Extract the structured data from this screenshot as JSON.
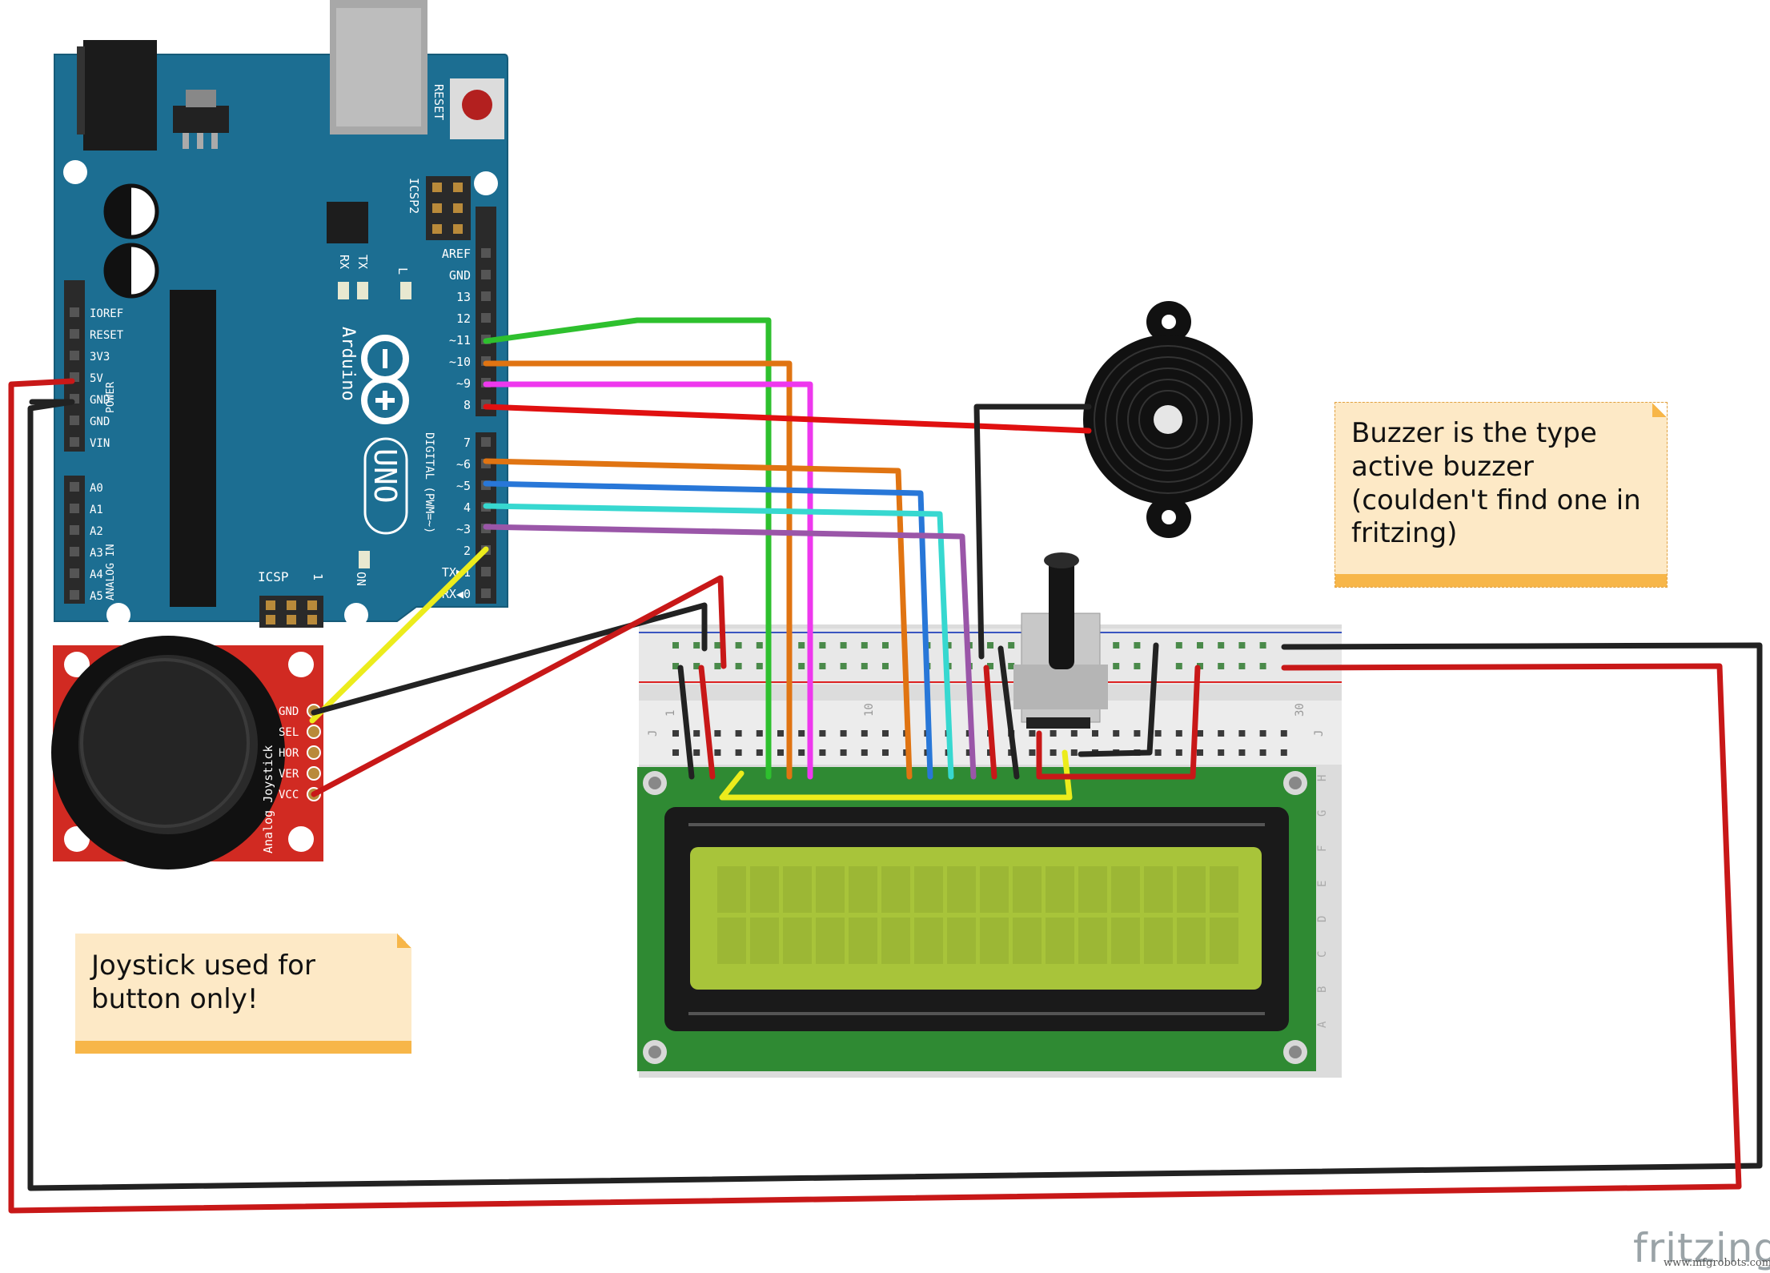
{
  "arduino": {
    "board_name": "UNO",
    "brand": "Arduino",
    "reset_label": "RESET",
    "icsp2_label": "ICSP2",
    "icsp_label": "ICSP",
    "tx_label": "TX",
    "rx_label": "RX",
    "l_label": "L",
    "on_label": "ON",
    "digital_label": "DIGITAL (PWM=~)",
    "power_label": "POWER",
    "analog_label": "ANALOG IN",
    "icsp_pin1": "1",
    "header_top_pins": [
      "AREF",
      "GND",
      "13",
      "12",
      "~11",
      "~10",
      "~9",
      "8"
    ],
    "header_bottom_pins": [
      "7",
      "~6",
      "~5",
      "4",
      "~3",
      "2",
      "TX▶1",
      "RX◀0"
    ],
    "power_pins": [
      "IOREF",
      "RESET",
      "3V3",
      "5V",
      "GND",
      "GND",
      "VIN"
    ],
    "analog_pins": [
      "A0",
      "A1",
      "A2",
      "A3",
      "A4",
      "A5"
    ]
  },
  "joystick": {
    "pins": [
      "GND",
      "SEL",
      "HOR",
      "VER",
      "VCC"
    ],
    "label": "Analog Joystick"
  },
  "breadboard": {
    "col_labels": [
      "1",
      "10",
      "30"
    ],
    "row_labels_top": [
      "J"
    ],
    "row_labels_side": [
      "H",
      "G",
      "F",
      "E",
      "D",
      "C",
      "B",
      "A"
    ]
  },
  "notes": {
    "buzzer_note": "Buzzer is the type\nactive buzzer\n(coulden't find one in\nfritzing)",
    "joystick_note": "Joystick used for\nbutton only!"
  },
  "footer": {
    "brand": "fritzing",
    "watermark": "www.mfgrobots.com"
  },
  "colors": {
    "arduino_blue": "#1c6e92",
    "joystick_red": "#d12a22",
    "lcd_green": "#2f8a33",
    "lcd_screen": "#a8c43a",
    "note_bg": "#fde9c6",
    "note_bar": "#f7b649",
    "wire_green": "#2ec02e",
    "wire_orange": "#e07412",
    "wire_magenta": "#ee38ee",
    "wire_red": "#e01010",
    "wire_blue": "#2877d8",
    "wire_cyan": "#37d8d0",
    "wire_purple": "#9a56a8",
    "wire_yellow": "#ecec1c",
    "wire_black": "#222222"
  }
}
